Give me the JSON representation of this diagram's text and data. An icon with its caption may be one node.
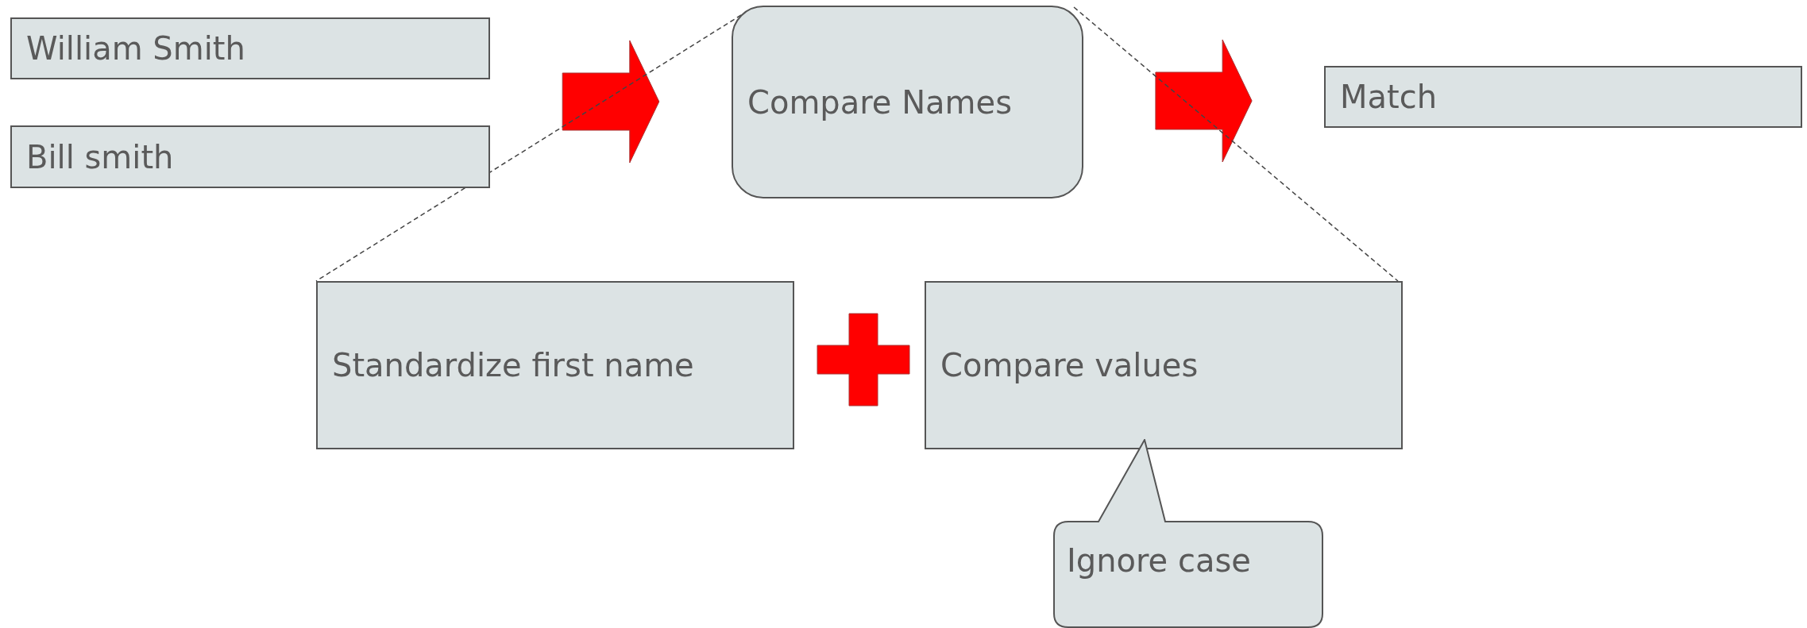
{
  "diagram": {
    "nodes": [
      {
        "text": [
          "William Smith"
        ]
      },
      {
        "text": [
          "Bill smith"
        ]
      },
      {
        "text": [
          "Compare Names"
        ]
      },
      {
        "text": [
          "Match"
        ]
      },
      {
        "text": [
          "Standardize first name"
        ]
      },
      {
        "text": [
          "Compare values"
        ]
      },
      {
        "text": [
          "Ignore case"
        ]
      }
    ],
    "edges": [
      {
        "from": 0,
        "to": 2,
        "arrow": "to",
        "style": "thick",
        "color": "#ff0000"
      },
      {
        "from": 1,
        "to": 2,
        "arrow": "to",
        "style": "thick",
        "color": "#ff0000"
      },
      {
        "from": 2,
        "to": 3,
        "arrow": "to",
        "style": "thick",
        "color": "#ff0000"
      },
      {
        "from": 2,
        "to": 4,
        "arrow": "none",
        "style": "dashed"
      },
      {
        "from": 2,
        "to": 5,
        "arrow": "none",
        "style": "dashed"
      }
    ]
  }
}
